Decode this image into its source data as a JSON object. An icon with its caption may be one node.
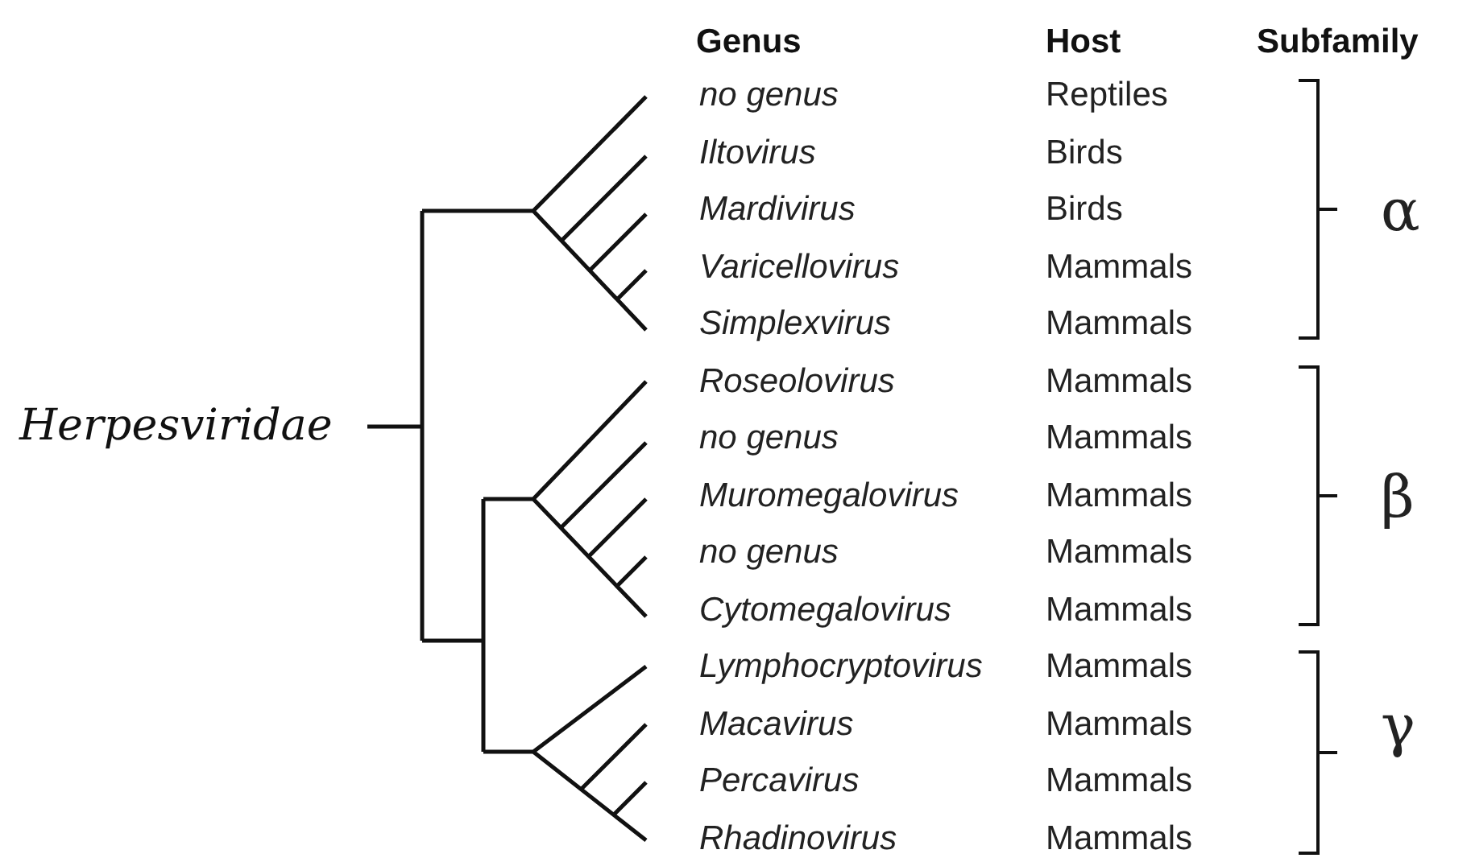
{
  "diagram": {
    "labels": [
      "Genus",
      "Host",
      "Subfamily",
      "no genus",
      "Reptiles",
      "Iltovirus",
      "Birds",
      "Mardivirus",
      "Birds",
      "α",
      "Varicellovirus",
      "Mammals",
      "Simplexvirus",
      "Mammals",
      "Roseolovirus",
      "Mammals",
      "Herpesviridae",
      "no genus",
      "Mammals",
      "Muromegalovirus",
      "Mammals",
      "β",
      "no genus",
      "Mammals",
      "Cytomegalovirus",
      "Mammals",
      "Lymphocryptovirus",
      "Mammals",
      "Macavirus",
      "Mammals",
      "γ",
      "Percavirus",
      "Mammals",
      "Rhadinovirus",
      "Mammals"
    ]
  }
}
